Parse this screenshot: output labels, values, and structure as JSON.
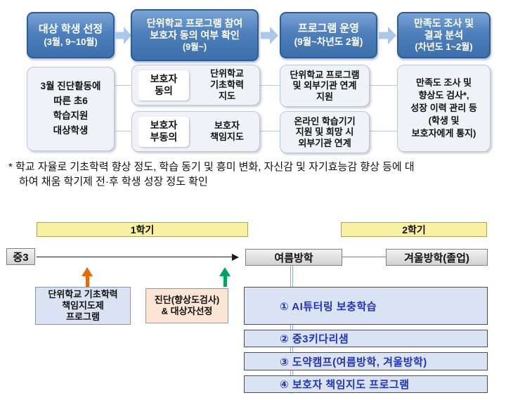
{
  "flowchart": {
    "steps": [
      {
        "title": "대상 학생 선정",
        "period": "(3월, 9~10월)"
      },
      {
        "title": "단위학교 프로그램 참여\n보호자 동의 여부 확인",
        "period": "(9월~)"
      },
      {
        "title": "프로그램 운영",
        "period": "(9월~차년도 2월)"
      },
      {
        "title": "만족도 조사 및\n결과 분석",
        "period": "(차년도 1~2월)"
      }
    ],
    "selection_detail": "3월 진단활동에\n따른 초6\n학습지원\n대상학생",
    "consent": {
      "label": "보호자\n동의",
      "result": "단위학교\n기초학력\n지도"
    },
    "dissent": {
      "label": "보호자\n부동의",
      "result": "보호자\n책임지도"
    },
    "operation_top": "단위학교 프로그램\n및 외부기관 연계\n지원",
    "operation_bottom": "온라인 학습기기\n지원 및 희망 시\n외부기관 연계",
    "analysis_detail": "만족도 조사 및\n향상도 검사*,\n성장 이력 관리 등\n(학생 및\n보호자에게 통지)"
  },
  "footnote": {
    "line1": "* 학교 자율로 기초학력 향상 정도, 학습 동기 및 흥미 변화, 자신감 및 자기효능감 향상 등에 대",
    "line2": "하여 채움 학기제 전·후 학생 성장 정도 확인"
  },
  "timeline": {
    "semester1": "1학기",
    "semester2": "2학기",
    "grade": "중3",
    "summer": "여름방학",
    "winter": "겨울방학(졸업)",
    "program_box": "단위학교 기초학력\n책임지도제\n프로그램",
    "diagnosis_box": "진단(향상도검사)\n& 대상자선정",
    "programs": [
      "①  AI튜터링  보충학습",
      "②  중3키다리샘",
      "③  도약캠프(여름방학,  겨울방학)",
      "④  보호자  책임지도  프로그램"
    ]
  },
  "colors": {
    "step_blue_top": "#79a3d6",
    "step_blue_mid": "#4f80bb",
    "step_blue_bottom": "#3d6fab",
    "step_border": "#2f5c97",
    "arrow_blue": "#abc8ea",
    "detail_bg": "#eff3f8",
    "detail_border": "#bcc8da",
    "chip_bg": "#ffffff",
    "yellow_bg": "#f8f0a3",
    "yellow_border": "#a8a265",
    "gray_border": "#7f7f7f",
    "list_bg": "#dae3f3",
    "list_border": "#4d4d4d",
    "list_text": "#2233bb",
    "orange_arrow": "#e8690b",
    "green_arrow": "#00a45f",
    "line_blue": "#8faadc",
    "peach_bg": "#fce5d5",
    "peach_border": "#9a9a9a",
    "progblue_border": "#8496b0"
  }
}
